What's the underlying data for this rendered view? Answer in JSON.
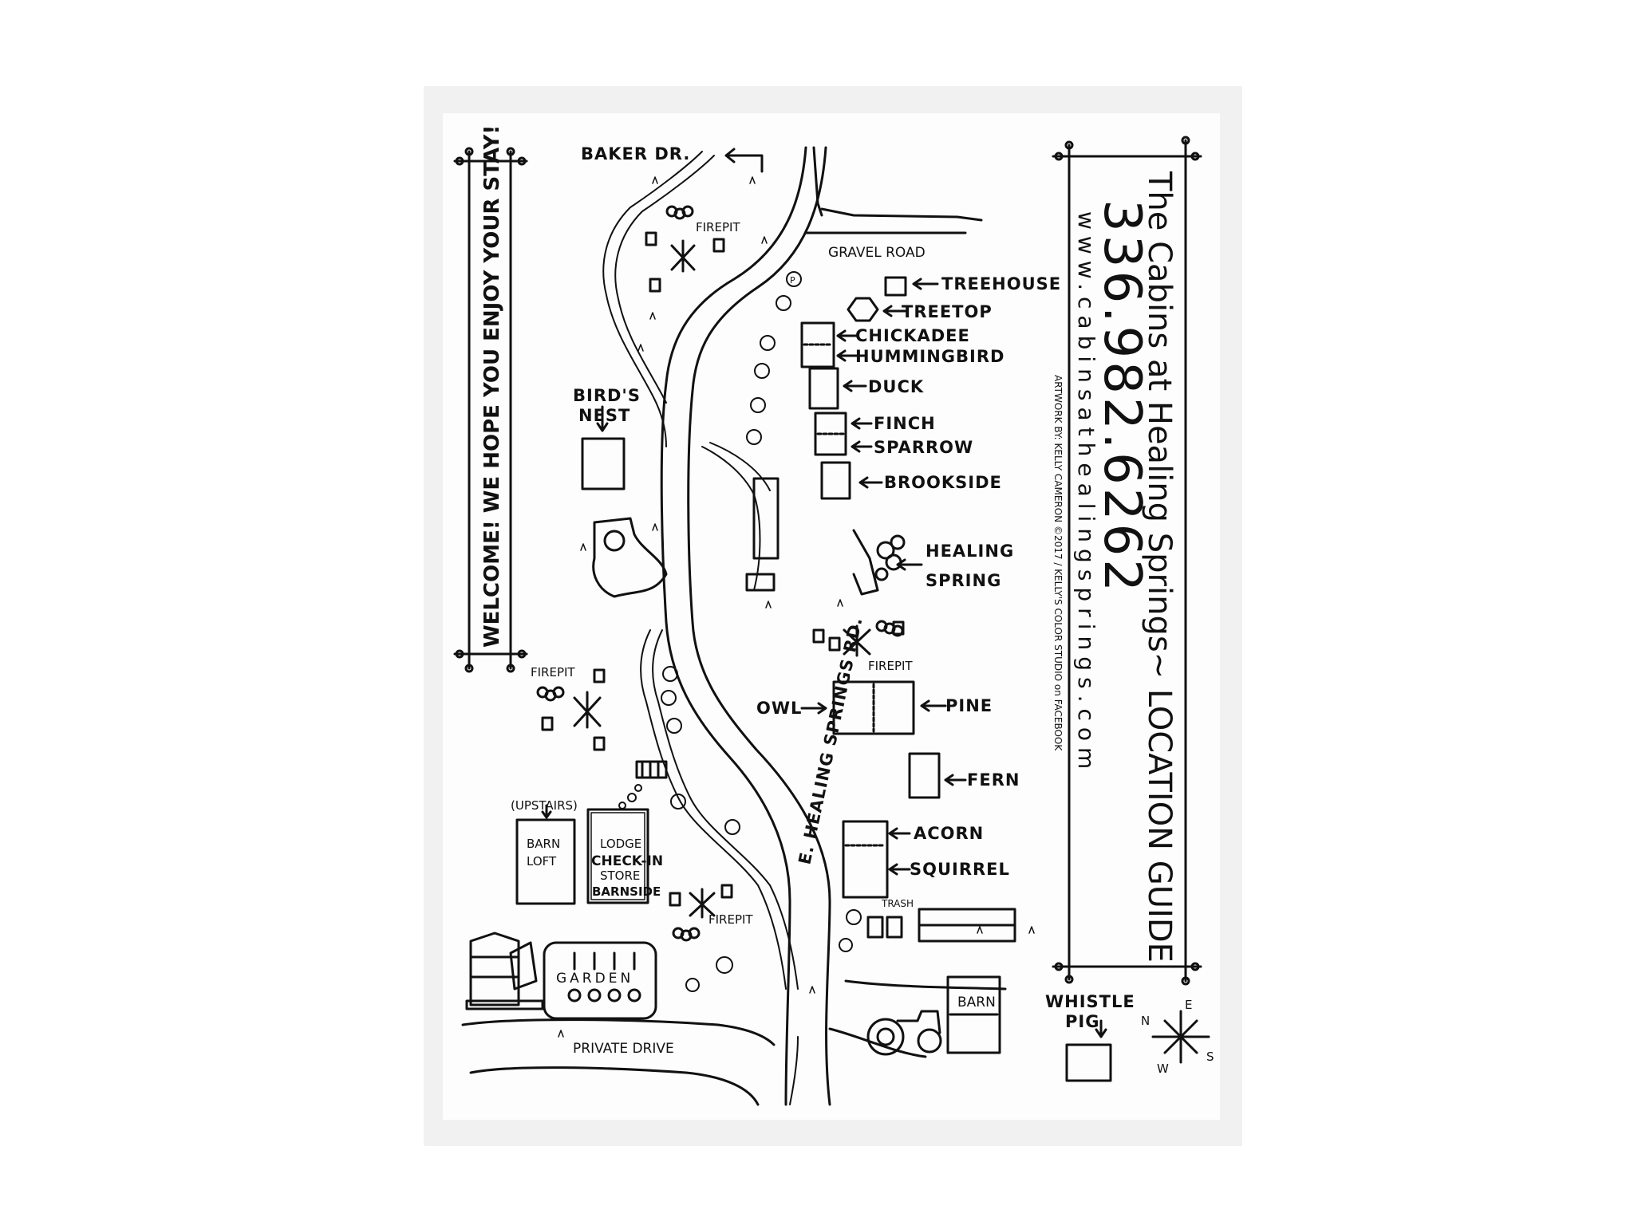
{
  "colors": {
    "ink": "#111111",
    "paper": "#fdfdfd",
    "mat": "#f1f1f1"
  },
  "header": {
    "title": "The Cabins at Healing Springs~ LOCATION GUIDE",
    "phone": "336.982.6262",
    "website": "www.cabinsathealingsprings.com",
    "credit": "ARTWORK BY: KELLY CAMERON ©2017 / KELLY'S COLOR STUDIO on FACEBOOK"
  },
  "welcome": "WELCOME! WE HOPE YOU ENJOY YOUR STAY!",
  "roads": {
    "baker": "BAKER DR.",
    "gravel": "GRAVEL ROAD",
    "private": "PRIVATE DRIVE",
    "healing": "E. HEALING SPRINGS RD."
  },
  "cabins": {
    "treehouse": "TREEHOUSE",
    "treetop": "TREETOP",
    "chickadee": "CHICKADEE",
    "hummingbird": "HUMMINGBIRD",
    "duck": "DUCK",
    "finch": "FINCH",
    "sparrow": "SPARROW",
    "brookside": "BROOKSIDE",
    "owl": "OWL",
    "pine": "PINE",
    "fern": "FERN",
    "acorn": "ACORN",
    "squirrel": "SQUIRREL",
    "birds_nest_1": "BIRD'S",
    "birds_nest_2": "NEST",
    "whistle_1": "WHISTLE",
    "whistle_2": "PIG"
  },
  "places": {
    "healing_1": "HEALING",
    "healing_2": "SPRING",
    "firepit": "FIREPIT",
    "upstairs": "(UPSTAIRS)",
    "barn_1": "BARN",
    "barn_2": "LOFT",
    "lodge_1": "LODGE",
    "lodge_2": "CHECK-IN",
    "lodge_3": "STORE",
    "lodge_4": "BARNSIDE",
    "garden": "GARDEN",
    "trash": "TRASH",
    "barn": "BARN",
    "parking": "P"
  },
  "compass": {
    "n": "N",
    "e": "E",
    "s": "S",
    "w": "W"
  }
}
